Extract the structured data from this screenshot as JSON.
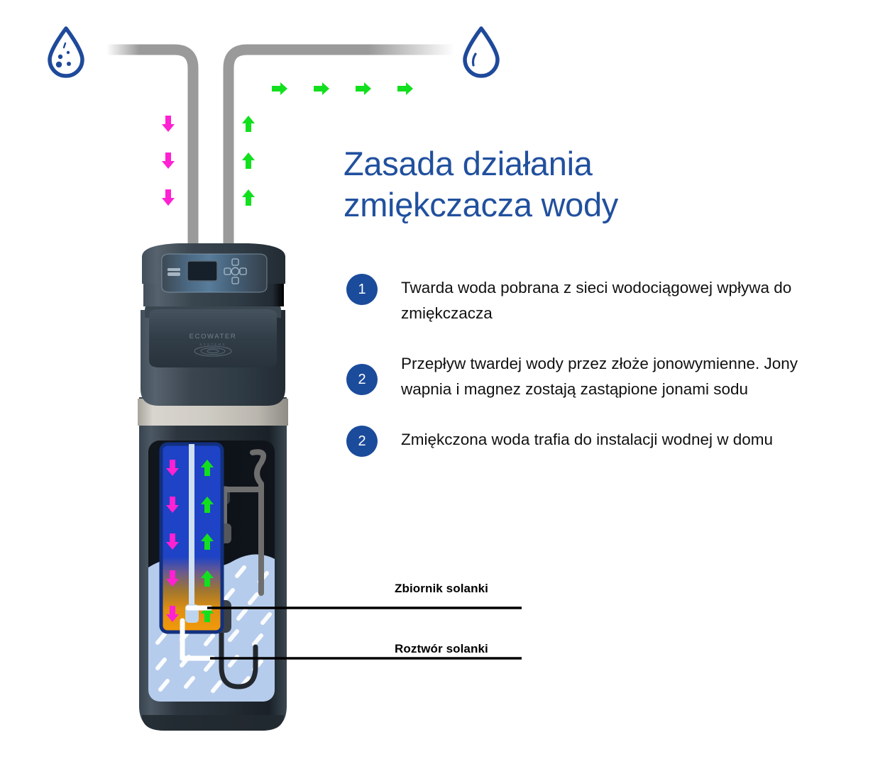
{
  "page": {
    "title": "Zasada działania\nzmiękczacza wody",
    "background": "#ffffff"
  },
  "colors": {
    "title_blue": "#21509E",
    "badge_blue": "#1B4B9B",
    "hard_water_arrow": "#FF21D2",
    "soft_water_arrow": "#12E01E",
    "pipe_gray": "#9A9A9A",
    "resin_blue": "#1F45C8",
    "resin_orange": "#F0990F",
    "brine_water": "#B6CCEC",
    "cabinet_dark": "#2E3A46",
    "cabinet_band": "#C9C6BE",
    "callout_black": "#000000",
    "drop_blue": "#1F4A9B"
  },
  "steps": [
    {
      "number": "1",
      "text": "Twarda woda pobrana z sieci wodociągowej wpływa do zmiękczacza"
    },
    {
      "number": "2",
      "text": "Przepływ twardej wody przez złoże jonowymienne. Jony wapnia i magnez zostają zastąpione jonami sodu"
    },
    {
      "number": "2",
      "text": "Zmiękczona woda trafia do instalacji wodnej w domu"
    }
  ],
  "callouts": [
    {
      "label": "Zbiornik solanki"
    },
    {
      "label": "Roztwór solanki"
    }
  ],
  "device": {
    "brand": "ECOWATER",
    "icons": {
      "hard_water_drop": "water-drop-with-minerals-icon",
      "soft_water_drop": "water-drop-clean-icon",
      "flow_right_arrow": "arrow-right-icon",
      "flow_down_arrow": "arrow-down-icon",
      "flow_up_arrow": "arrow-up-icon"
    }
  },
  "flow_arrows": {
    "top_horizontal_count": 4,
    "inlet_down_count": 3,
    "outlet_up_count": 3,
    "tank_down_count": 5,
    "tank_up_count": 5
  }
}
